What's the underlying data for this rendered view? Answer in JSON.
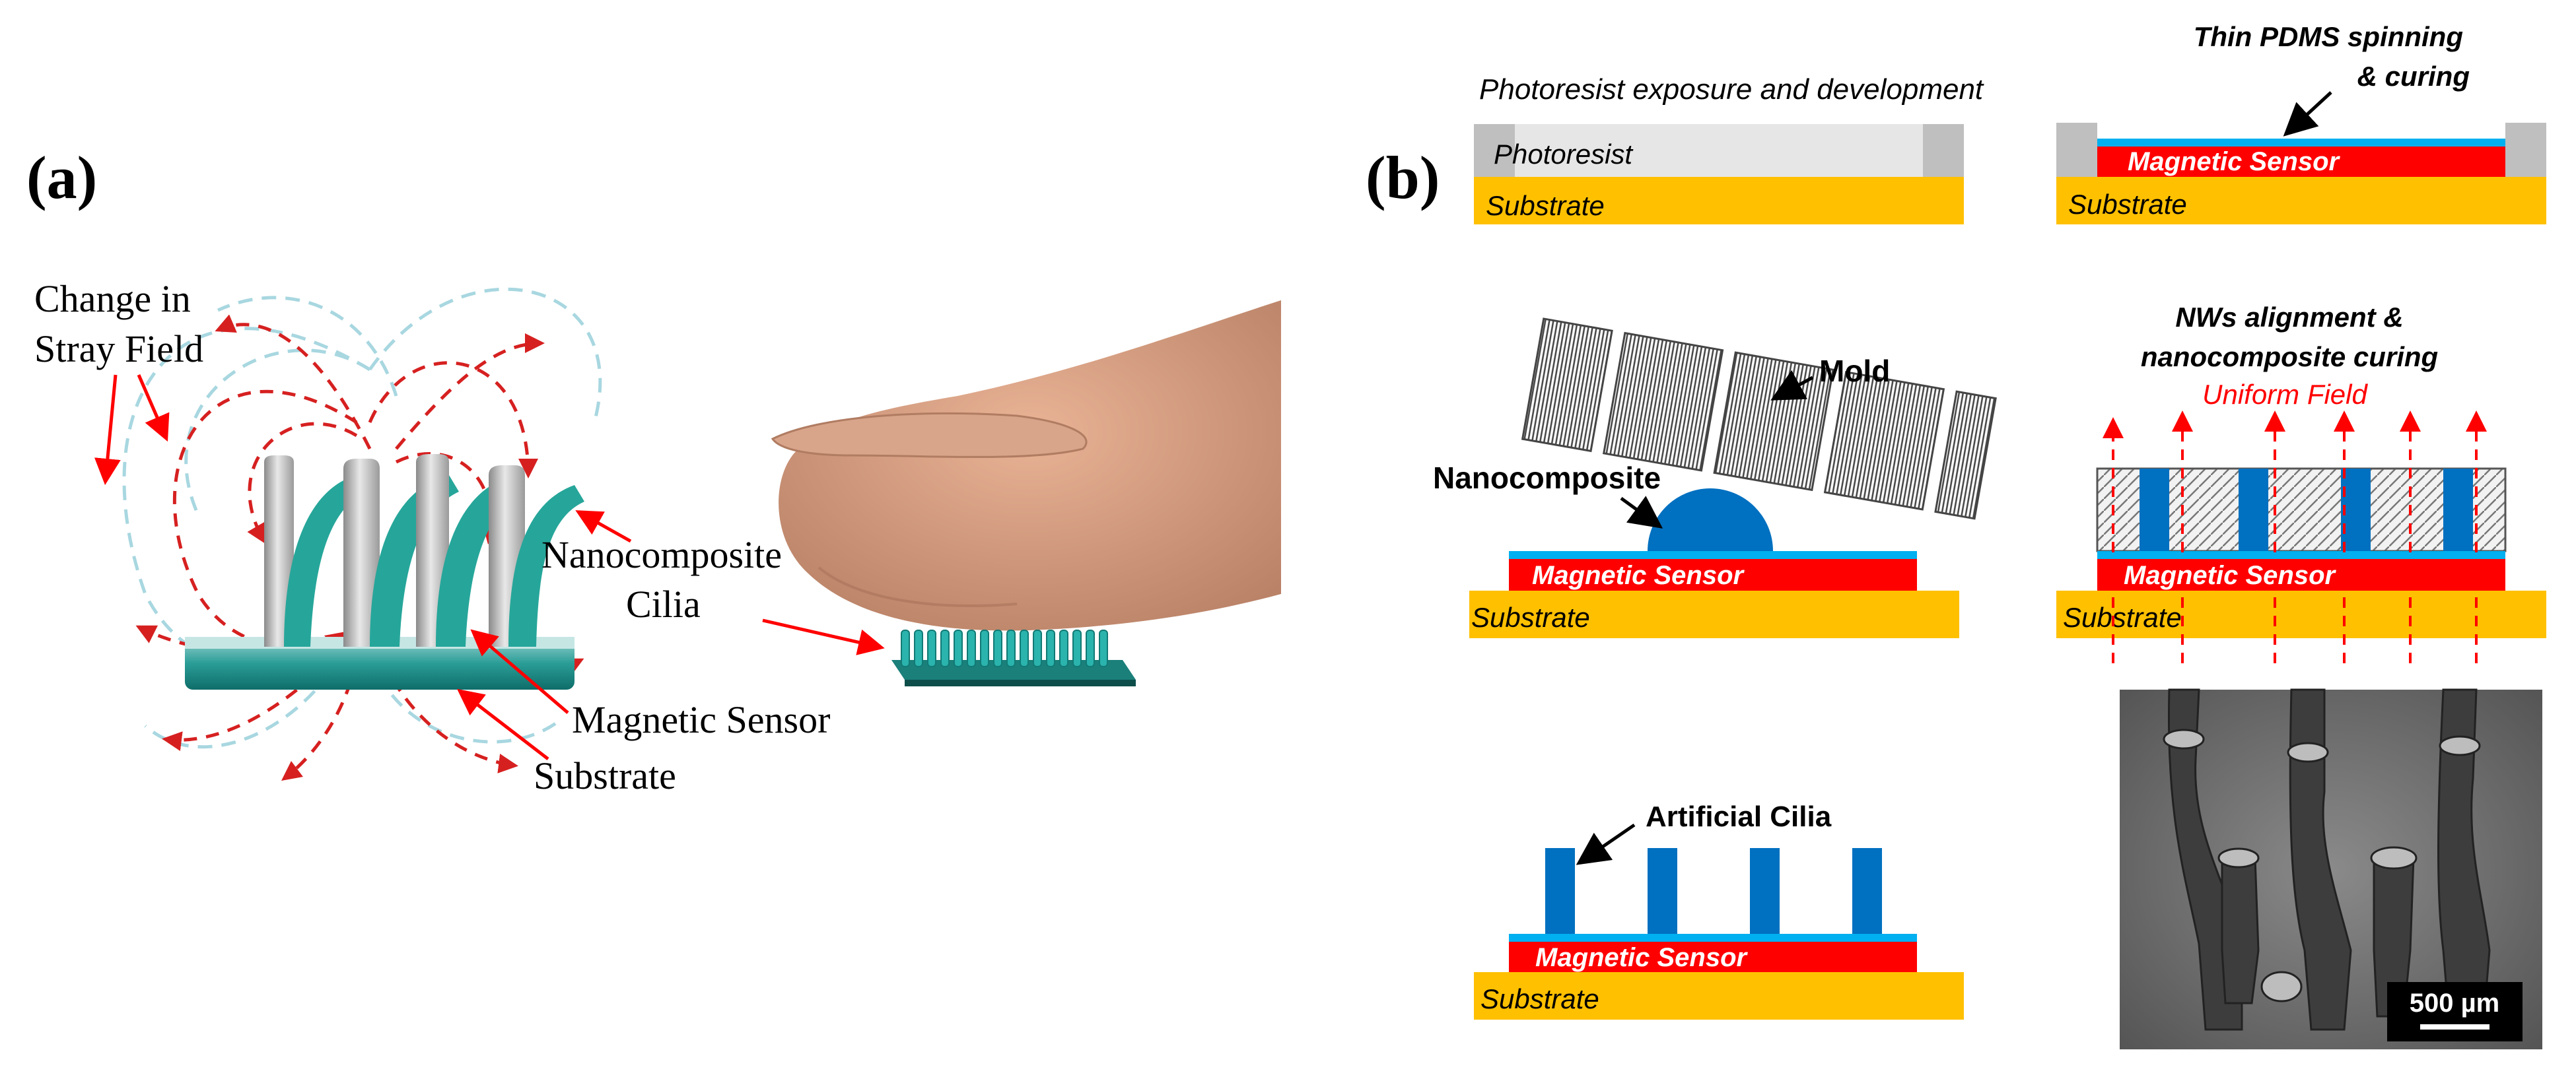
{
  "panel_a": {
    "label": "(a)",
    "change_line1": "Change in",
    "change_line2": "Stray Field",
    "cilia_line1": "Nanocomposite",
    "cilia_line2": "Cilia",
    "magnetic_sensor": "Magnetic Sensor",
    "substrate": "Substrate"
  },
  "panel_b": {
    "label": "(b)",
    "step1": {
      "title": "Photoresist exposure and development",
      "photoresist": "Photoresist",
      "substrate": "Substrate"
    },
    "step2": {
      "title_line1": "Thin PDMS spinning",
      "title_line2": "& curing",
      "sensor": "Magnetic Sensor",
      "substrate": "Substrate"
    },
    "step3": {
      "mold": "Mold",
      "nanocomposite": "Nanocomposite",
      "sensor": "Magnetic Sensor",
      "substrate": "Substrate"
    },
    "step4": {
      "title_line1": "NWs alignment &",
      "title_line2": "nanocomposite curing",
      "field": "Uniform Field",
      "sensor": "Magnetic Sensor",
      "substrate": "Substrate"
    },
    "step5": {
      "cilia": "Artificial Cilia",
      "sensor": "Magnetic Sensor",
      "substrate": "Substrate"
    },
    "sem": {
      "scale_bar": "500 µm"
    }
  },
  "colors": {
    "substrate": "#FFC000",
    "sensor": "#FF0000",
    "pdms": "#00B0F0",
    "cilia": "#0070C0",
    "photoresist": "#E6E6E6",
    "photoresist_edge": "#BFBFBF",
    "field_arrow": "#FF0000",
    "teal": "#1E9E9A"
  }
}
